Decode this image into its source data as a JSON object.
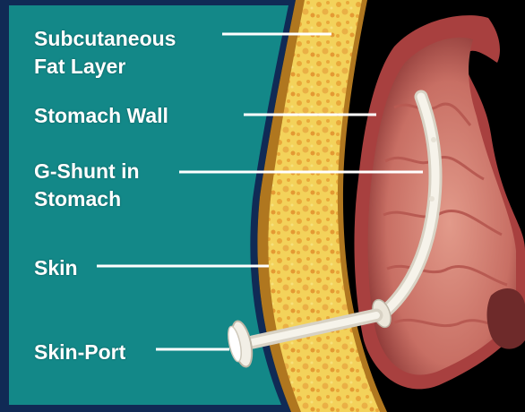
{
  "colors": {
    "background_teal": "#138888",
    "frame_navy": "#102a55",
    "fat_yellow": "#f3d25a",
    "fat_orange": "#e7a83a",
    "skin_brown": "#b0771f",
    "stomach_red": "#a8403f",
    "stomach_lining": "#d88a7e",
    "shunt_white": "#f2efe6",
    "outside_black": "#000000"
  },
  "labels": {
    "fat": "Subcutaneous\nFat Layer",
    "wall": "Stomach Wall",
    "shunt": "G-Shunt in\nStomach",
    "skin": "Skin",
    "port": "Skin-Port"
  }
}
